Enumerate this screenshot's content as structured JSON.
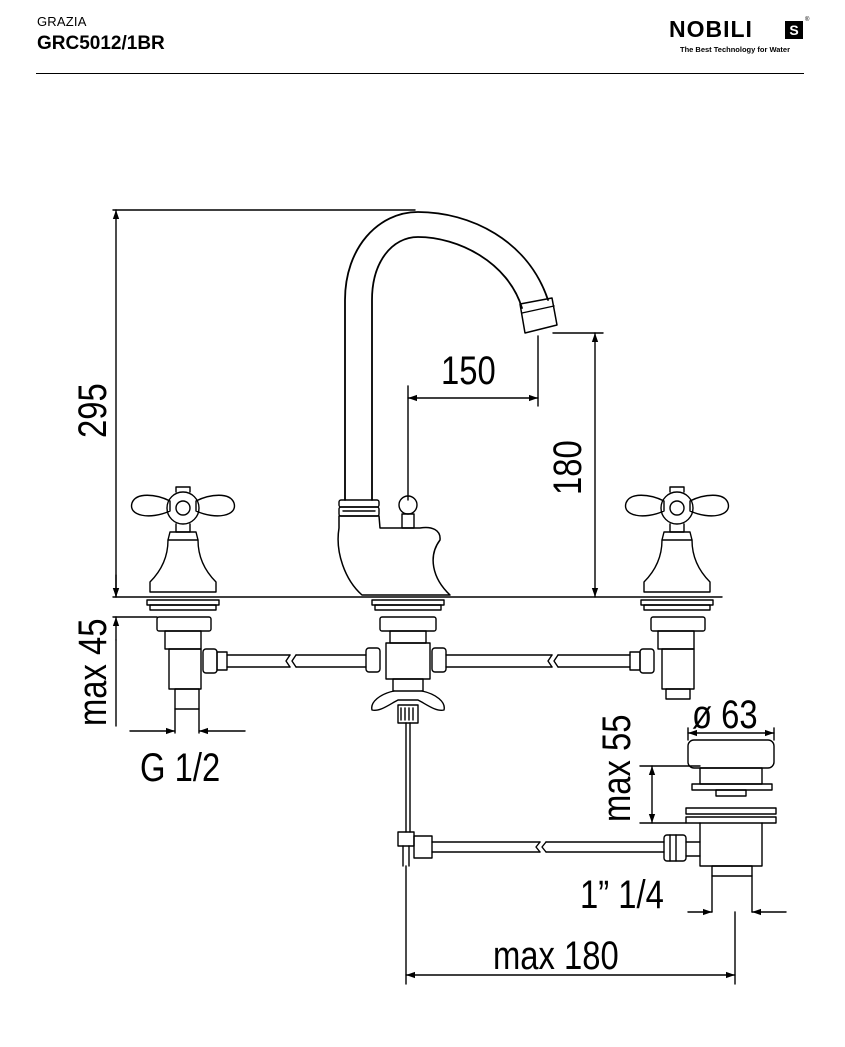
{
  "header": {
    "series": "GRAZIA",
    "code": "GRC5012/1BR"
  },
  "logo": {
    "wordmark": "NOBILI",
    "mark_glyph": "S",
    "registered": "®",
    "tagline": "The Best Technology for Water"
  },
  "dimensions": {
    "height_total": "295",
    "spout_reach": "150",
    "spout_height": "180",
    "deck_thickness": "max 45",
    "inlet_thread": "G 1/2",
    "waste_diameter": "ø 63",
    "waste_max": "max 55",
    "waste_thread": "1” 1/4",
    "waste_distance": "max 180"
  },
  "colors": {
    "line": "#000000",
    "background": "#ffffff"
  }
}
